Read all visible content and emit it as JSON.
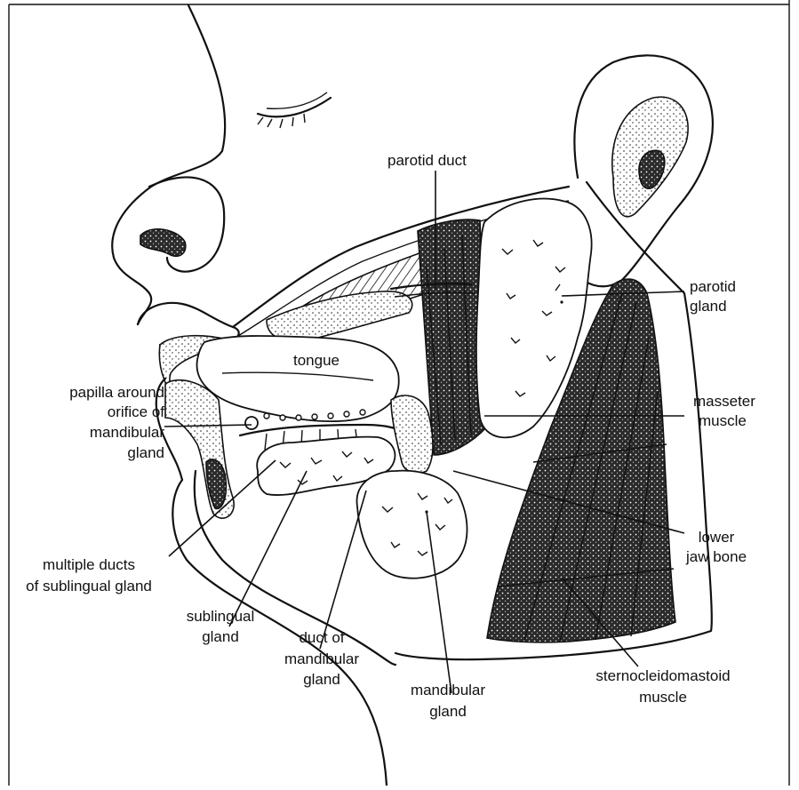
{
  "diagram": {
    "labels": {
      "parotid_duct": "parotid duct",
      "parotid_gland_1": "parotid",
      "parotid_gland_2": "gland",
      "tongue": "tongue",
      "masseter_1": "masseter",
      "masseter_2": "muscle",
      "papilla_1": "papilla around",
      "papilla_2": "orifice of",
      "papilla_3": "mandibular",
      "papilla_4": "gland",
      "multiple_ducts_1": "multiple ducts",
      "multiple_ducts_2": "of sublingual gland",
      "sublingual_1": "sublingual",
      "sublingual_2": "gland",
      "duct_mand_1": "duct of",
      "duct_mand_2": "mandibular",
      "duct_mand_3": "gland",
      "mandibular_1": "mandibular",
      "mandibular_2": "gland",
      "lower_jaw_1": "lower",
      "lower_jaw_2": "jaw bone",
      "scm_1": "sternocleidomastoid",
      "scm_2": "muscle"
    }
  }
}
